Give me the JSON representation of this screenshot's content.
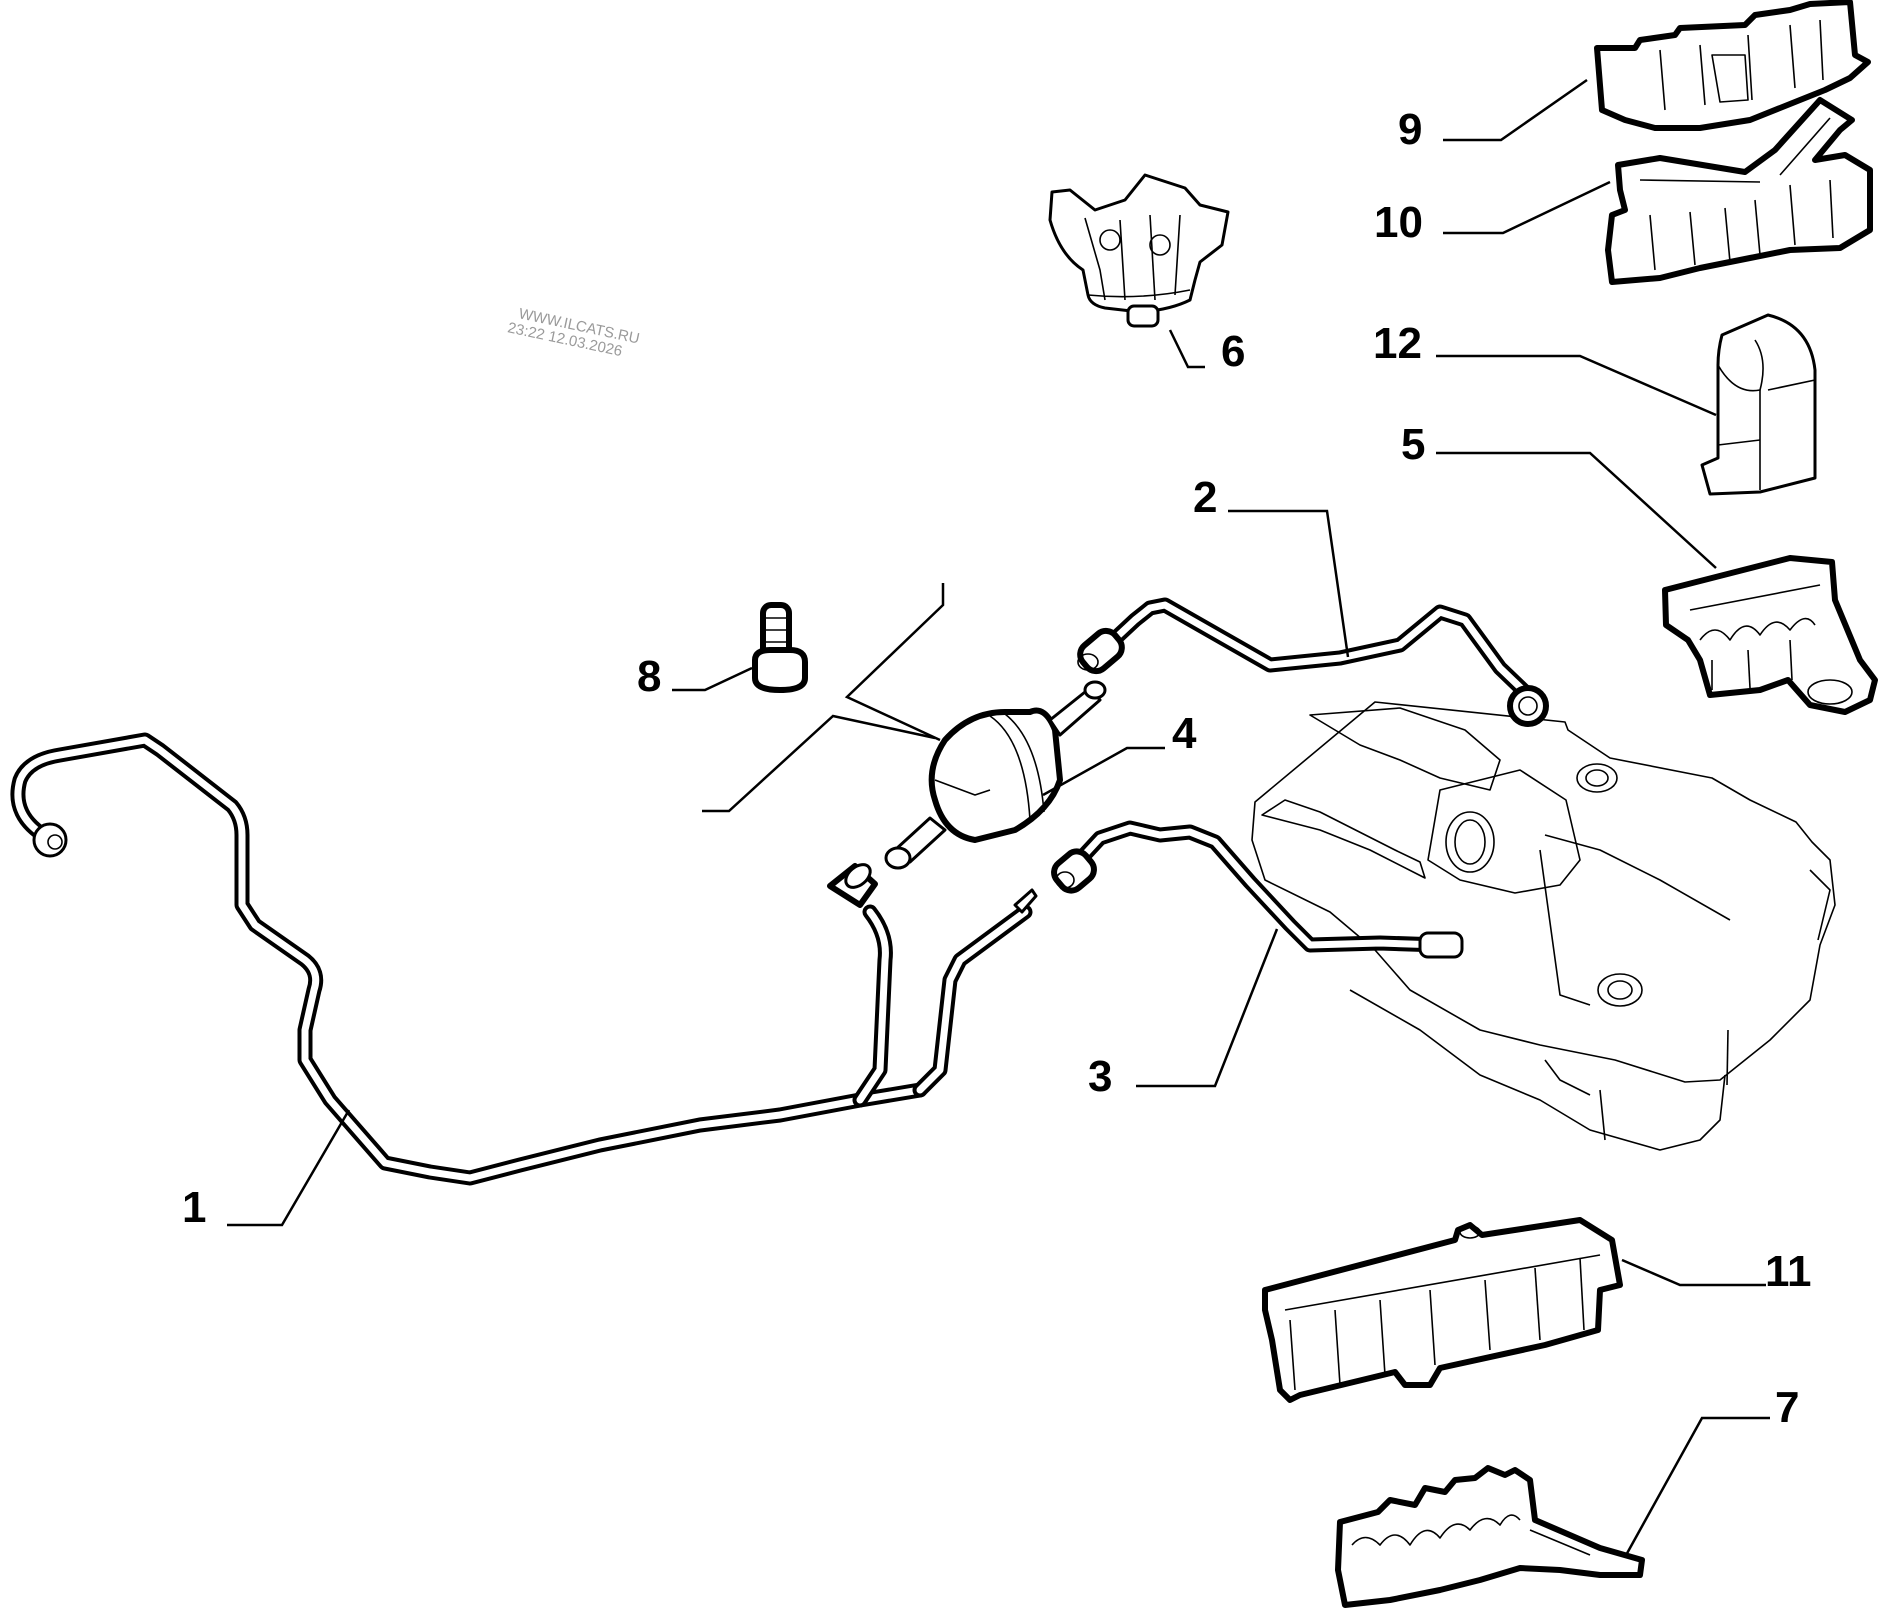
{
  "diagram": {
    "type": "exploded-parts-diagram",
    "subject": "Fuel lines, fuel filter, fuel tank and pipe clips",
    "watermark": {
      "line1": "WWW.ILCATS.RU",
      "line2": "23:22 12.03.2026"
    },
    "callouts": [
      {
        "id": "1",
        "part": "long fuel pipe"
      },
      {
        "id": "2",
        "part": "fuel pipe (filter to tank)"
      },
      {
        "id": "3",
        "part": "fuel return pipe"
      },
      {
        "id": "4",
        "part": "fuel filter"
      },
      {
        "id": "5",
        "part": "pipe retaining clip with stud"
      },
      {
        "id": "6",
        "part": "pipe clip holder"
      },
      {
        "id": "7",
        "part": "pipe clip with tab"
      },
      {
        "id": "8",
        "part": "bolt"
      },
      {
        "id": "9",
        "part": "multi-pipe clip"
      },
      {
        "id": "10",
        "part": "multi-pipe clip with arm"
      },
      {
        "id": "11",
        "part": "pipe clip bracket"
      },
      {
        "id": "12",
        "part": "single pipe clip"
      }
    ],
    "labels": {
      "c1": "1",
      "c2": "2",
      "c3": "3",
      "c4": "4",
      "c5": "5",
      "c6": "6",
      "c7": "7",
      "c8": "8",
      "c9": "9",
      "c10": "10",
      "c11": "11",
      "c12": "12"
    },
    "colors": {
      "ink": "#000000",
      "paper": "#ffffff",
      "watermark": "#9a9a9a"
    }
  }
}
